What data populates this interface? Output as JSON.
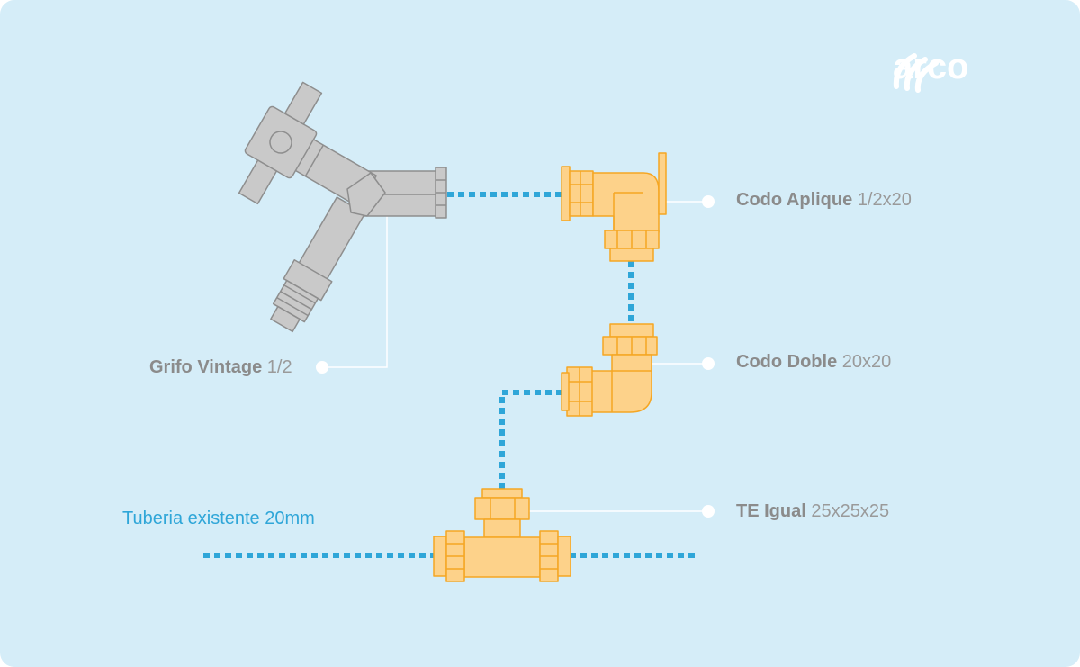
{
  "brand": {
    "name": "arco"
  },
  "colors": {
    "background": "#d5edf8",
    "fitting_fill": "#fdd28a",
    "fitting_stroke": "#f5a623",
    "tap_fill": "#c9c9c9",
    "tap_stroke": "#8e8e8e",
    "pipe_dots": "#2fa6d8",
    "label_text": "#8b8b8b"
  },
  "labels": {
    "codo_aplique": {
      "name": "Codo Aplique",
      "dim": "1/2x20"
    },
    "codo_doble": {
      "name": "Codo Doble",
      "dim": "20x20"
    },
    "te_igual": {
      "name": "TE Igual",
      "dim": "25x25x25"
    },
    "grifo": {
      "name": "Grifo Vintage",
      "dim": "1/2"
    },
    "tuberia": "Tuberia existente 20mm"
  }
}
